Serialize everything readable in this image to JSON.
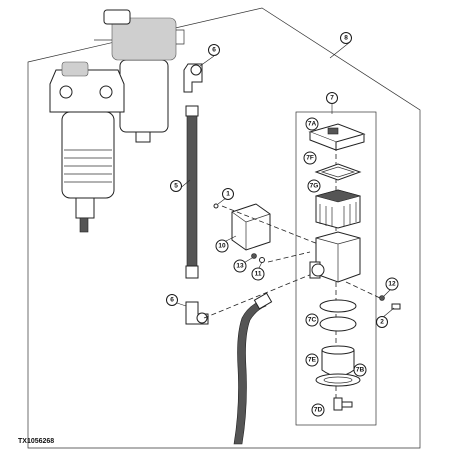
{
  "figure_id": "TX1056268",
  "callouts": {
    "c1": "1",
    "c2": "2",
    "c5": "5",
    "c6a": "6",
    "c6b": "6",
    "c8": "8",
    "c7": "7",
    "c7a": "7A",
    "c7f": "7F",
    "c7g": "7G",
    "c7c": "7C",
    "c7e": "7E",
    "c7b": "7B",
    "c7d": "7D",
    "c10": "10",
    "c11": "11",
    "c12": "12",
    "c13": "13"
  }
}
